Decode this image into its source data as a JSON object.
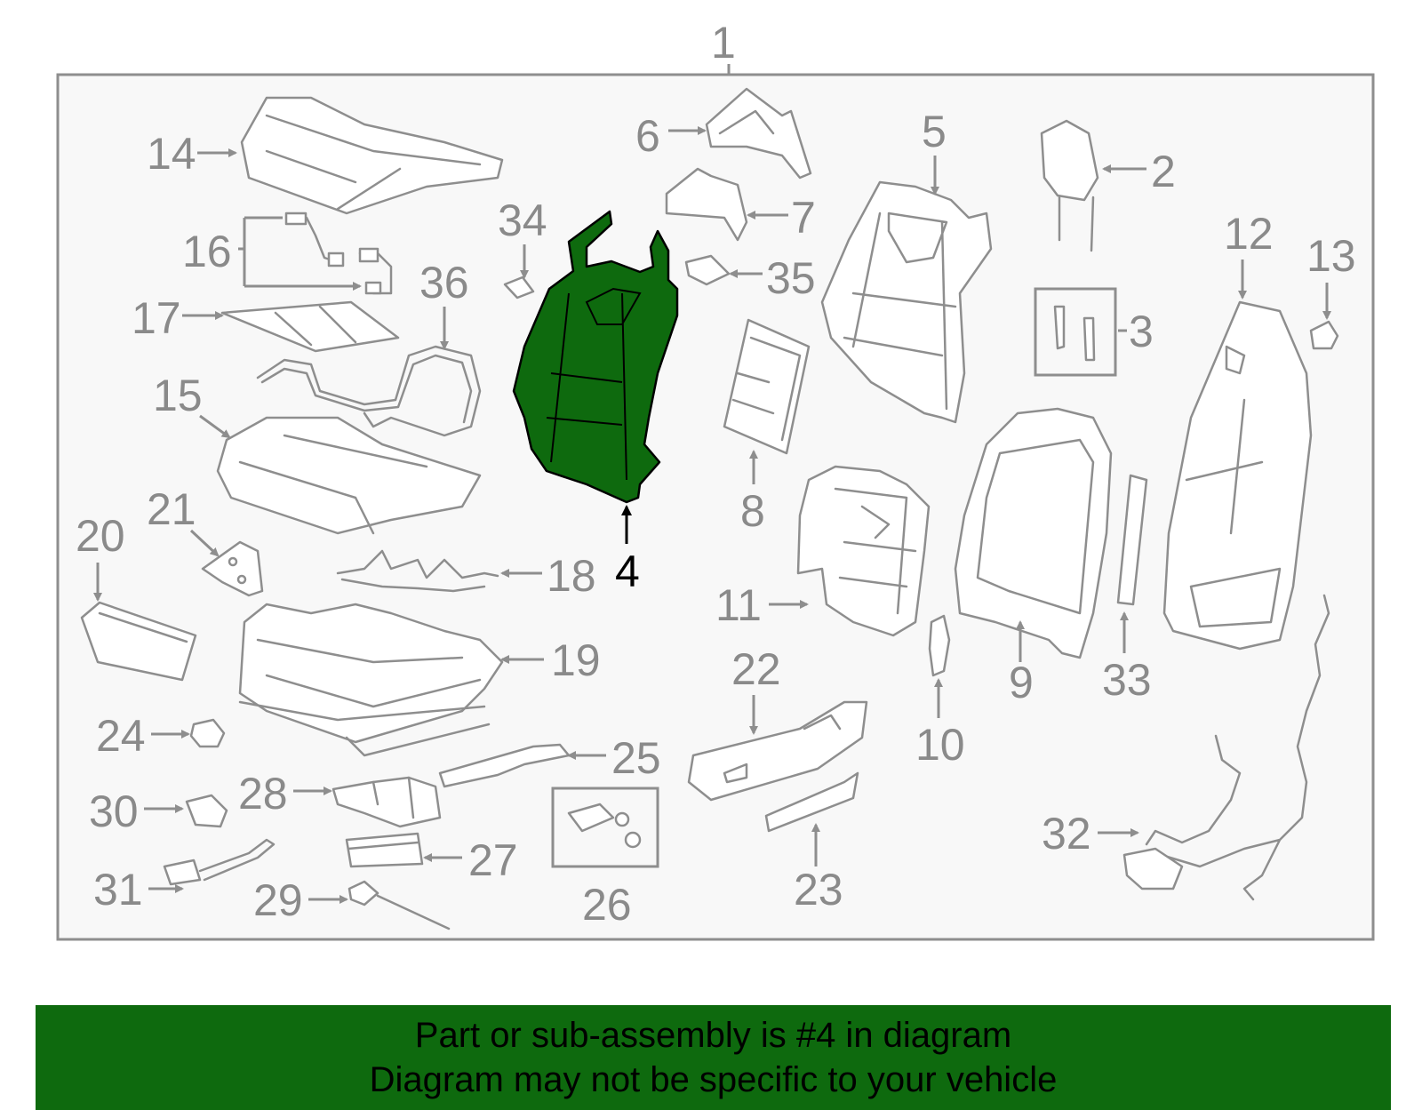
{
  "diagram": {
    "assembly_label": "1",
    "highlighted_part": "4",
    "highlight_color": "#0e6a0e",
    "callouts": [
      "2",
      "3",
      "5",
      "6",
      "7",
      "8",
      "9",
      "10",
      "11",
      "12",
      "13",
      "14",
      "15",
      "16",
      "17",
      "18",
      "19",
      "20",
      "21",
      "22",
      "23",
      "24",
      "25",
      "26",
      "27",
      "28",
      "29",
      "30",
      "31",
      "32",
      "33",
      "34",
      "35",
      "36"
    ]
  },
  "banner": {
    "line1": "Part or sub-assembly is #4 in diagram",
    "line2": "Diagram may not be specific to your vehicle",
    "background": "#0e6a0e"
  }
}
